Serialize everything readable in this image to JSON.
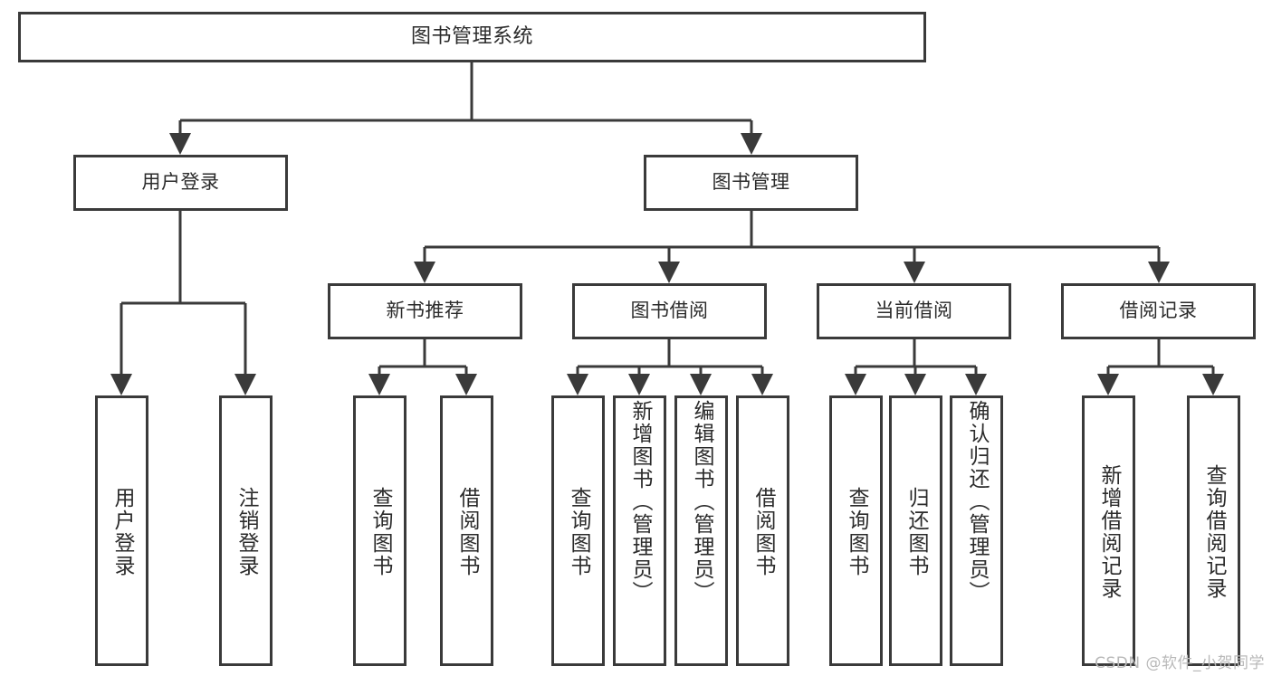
{
  "diagram": {
    "type": "tree-hierarchy-chart",
    "title_text": "图书管理系统",
    "colors": {
      "background": "#ffffff",
      "box_border": "#3a3a3a",
      "box_fill": "#ffffff",
      "connector": "#3a3a3a",
      "text": "#2b2b2b",
      "watermark": "#b9b9b9"
    },
    "root": {
      "label": "图书管理系统"
    },
    "level2": [
      {
        "label": "用户登录"
      },
      {
        "label": "图书管理"
      }
    ],
    "level3": [
      {
        "label": "新书推荐"
      },
      {
        "label": "图书借阅"
      },
      {
        "label": "当前借阅"
      },
      {
        "label": "借阅记录"
      }
    ],
    "leaves": {
      "user_login": [
        {
          "label": "用户登录"
        },
        {
          "label": "注销登录"
        }
      ],
      "new_book_recommend": [
        {
          "label": "查询图书"
        },
        {
          "label": "借阅图书"
        }
      ],
      "book_borrow": [
        {
          "label": "查询图书"
        },
        {
          "label": "新增图书（管理员）"
        },
        {
          "label": "编辑图书（管理员）"
        },
        {
          "label": "借阅图书"
        }
      ],
      "current_borrow": [
        {
          "label": "查询图书"
        },
        {
          "label": "归还图书"
        },
        {
          "label": "确认归还（管理员）"
        }
      ],
      "borrow_record": [
        {
          "label": "新增借阅记录"
        },
        {
          "label": "查询借阅记录"
        }
      ]
    }
  },
  "watermark": {
    "text": "CSDN @软件_小贺同学"
  }
}
